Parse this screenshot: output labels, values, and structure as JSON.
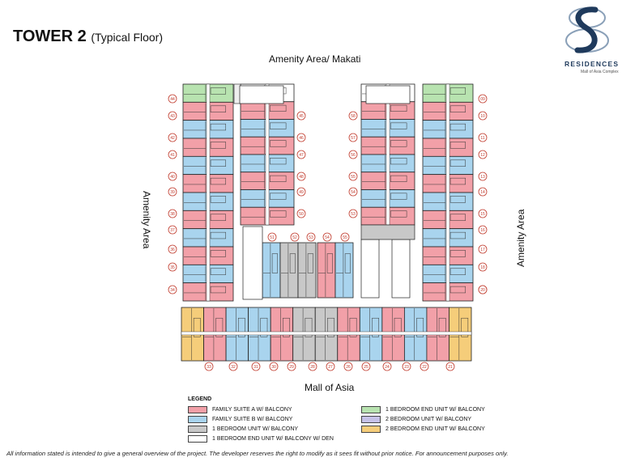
{
  "header": {
    "title": "TOWER 2",
    "subtitle": "(Typical Floor)"
  },
  "logo": {
    "brand": "RESIDENCES",
    "tagline": "Mall of Asia Complex"
  },
  "labels": {
    "top": "Amenity Area/ Makati",
    "bottom": "Mall of Asia",
    "left": "Amenity Area",
    "right": "Amenity Area"
  },
  "unit_numbers": {
    "left_outer": [
      "44",
      "43",
      "42",
      "41",
      "40",
      "39",
      "38",
      "37",
      "36",
      "35",
      "34"
    ],
    "left_inner": [
      "45",
      "46",
      "47",
      "48",
      "49",
      "50"
    ],
    "right_inner": [
      "58",
      "57",
      "56",
      "55",
      "54",
      "53"
    ],
    "right_outer": [
      "09",
      "10",
      "11",
      "12",
      "13",
      "14",
      "15",
      "16",
      "17",
      "18",
      "19",
      "20"
    ],
    "middle_row": [
      "51",
      "52",
      "53",
      "54",
      "55"
    ],
    "bottom_row": [
      "33",
      "32",
      "31",
      "30",
      "29",
      "28",
      "27",
      "26",
      "25",
      "24",
      "23",
      "22",
      "21"
    ]
  },
  "legend": {
    "heading": "LEGEND",
    "items": [
      {
        "label": "FAMILY SUITE A W/ BALCONY",
        "color": "#f2a0a8"
      },
      {
        "label": "FAMILY SUITE B W/ BALCONY",
        "color": "#a9d4ee"
      },
      {
        "label": "1 BEDROOM UNIT W/ BALCONY",
        "color": "#c8c8c8"
      },
      {
        "label": "1 BEDROOM END UNIT W/ BALCONY W/ DEN",
        "color": "#ffffff"
      },
      {
        "label": "1 BEDROOM END UNIT W/ BALCONY",
        "color": "#b8e3b0"
      },
      {
        "label": "2 BEDROOM UNIT W/ BALCONY",
        "color": "#c6c2e8"
      },
      {
        "label": "2 BEDROOM END UNIT W/ BALCONY",
        "color": "#f5cd7a"
      }
    ]
  },
  "disclaimer": "All information stated is intended to give a general overview of the project. The developer reserves the right to modify as it sees fit without prior notice. For announcement purposes only."
}
